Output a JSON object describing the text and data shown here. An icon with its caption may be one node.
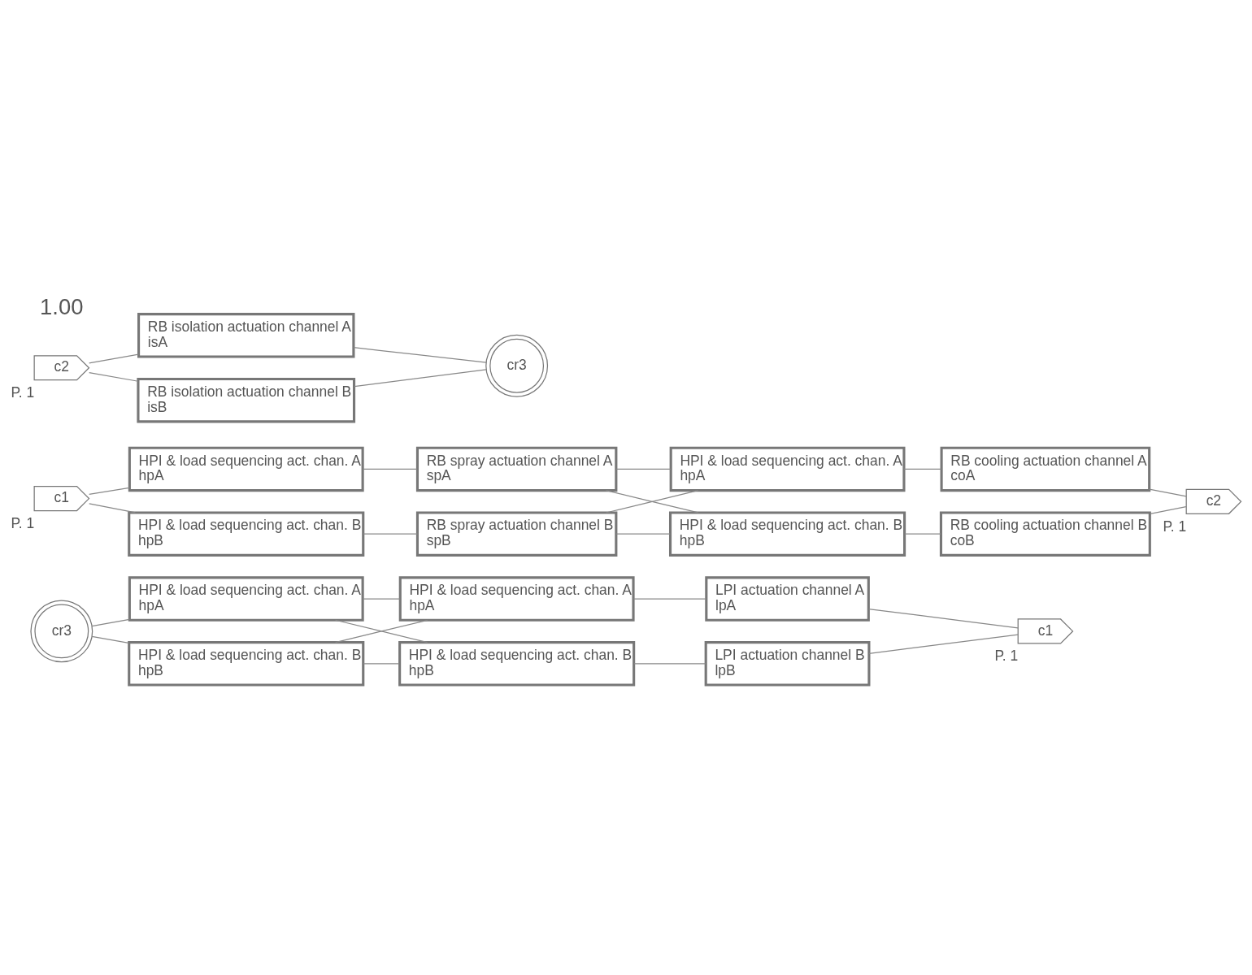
{
  "diagram": {
    "nodes": [
      {
        "text": [
          "cr3"
        ]
      },
      {
        "text": [
          "HPI & load sequencing act. chan. A",
          "hpA"
        ]
      },
      {
        "text": [
          "HPI & load sequencing act. chan. B",
          "hpB"
        ]
      },
      {
        "text": [
          "HPI & load sequencing act. chan. A",
          "hpA"
        ]
      },
      {
        "text": [
          "LPI actuation channel A",
          "lpA"
        ]
      },
      {
        "text": [
          "HPI & load sequencing act. chan. B",
          "hpB"
        ]
      },
      {
        "text": [
          "LPI actuation channel B",
          "lpB"
        ]
      },
      {
        "text": [
          "c1"
        ],
        "beside": [
          "P. 1"
        ]
      },
      {
        "text": [
          "c1"
        ],
        "beside": [
          "P. 1"
        ]
      },
      {
        "text": [
          "HPI & load sequencing act. chan. A",
          "hpA"
        ]
      },
      {
        "text": [
          "RB spray actuation channel A",
          "spA"
        ]
      },
      {
        "text": [
          "HPI & load sequencing act. chan. B",
          "hpB"
        ]
      },
      {
        "text": [
          "RB spray actuation channel B",
          "spB"
        ]
      },
      {
        "text": [
          "HPI & load sequencing act. chan. A",
          "hpA"
        ]
      },
      {
        "text": [
          "RB cooling actuation channel A",
          "coA"
        ]
      },
      {
        "text": [
          "HPI & load sequencing act. chan. B",
          "hpB"
        ]
      },
      {
        "text": [
          "RB cooling actuation channel B",
          "coB"
        ]
      },
      {
        "text": [
          "c2"
        ],
        "beside": [
          "P. 1"
        ]
      },
      {
        "text": [
          "c2"
        ],
        "beside": [
          "P. 1"
        ]
      },
      {
        "text": [
          "RB isolation actuation channel A",
          "isA"
        ]
      },
      {
        "text": [
          "RB isolation actuation channel B",
          "isB"
        ]
      },
      {
        "text": [
          "cr3"
        ]
      }
    ],
    "edges": [
      {
        "from": 0,
        "to": 1,
        "arrow": "none"
      },
      {
        "from": 0,
        "to": 2,
        "arrow": "none"
      },
      {
        "from": 1,
        "to": 3,
        "arrow": "none"
      },
      {
        "from": 1,
        "to": 5,
        "arrow": "none"
      },
      {
        "from": 2,
        "to": 3,
        "arrow": "none"
      },
      {
        "from": 2,
        "to": 5,
        "arrow": "none"
      },
      {
        "from": 3,
        "to": 4,
        "arrow": "none"
      },
      {
        "from": 5,
        "to": 6,
        "arrow": "none"
      },
      {
        "from": 4,
        "to": 7,
        "arrow": "none"
      },
      {
        "from": 6,
        "to": 7,
        "arrow": "none"
      },
      {
        "from": 8,
        "to": 9,
        "arrow": "none"
      },
      {
        "from": 8,
        "to": 11,
        "arrow": "none"
      },
      {
        "from": 9,
        "to": 10,
        "arrow": "none"
      },
      {
        "from": 11,
        "to": 12,
        "arrow": "none"
      },
      {
        "from": 10,
        "to": 13,
        "arrow": "none"
      },
      {
        "from": 10,
        "to": 15,
        "arrow": "none"
      },
      {
        "from": 12,
        "to": 13,
        "arrow": "none"
      },
      {
        "from": 12,
        "to": 15,
        "arrow": "none"
      },
      {
        "from": 13,
        "to": 14,
        "arrow": "none"
      },
      {
        "from": 15,
        "to": 16,
        "arrow": "none"
      },
      {
        "from": 14,
        "to": 17,
        "arrow": "none"
      },
      {
        "from": 16,
        "to": 17,
        "arrow": "none"
      },
      {
        "from": 18,
        "to": 19,
        "arrow": "none"
      },
      {
        "from": 18,
        "to": 20,
        "arrow": "none"
      },
      {
        "from": 19,
        "to": 21,
        "arrow": "none"
      },
      {
        "from": 20,
        "to": 21,
        "arrow": "none"
      }
    ],
    "labels": [
      "1.00"
    ]
  }
}
